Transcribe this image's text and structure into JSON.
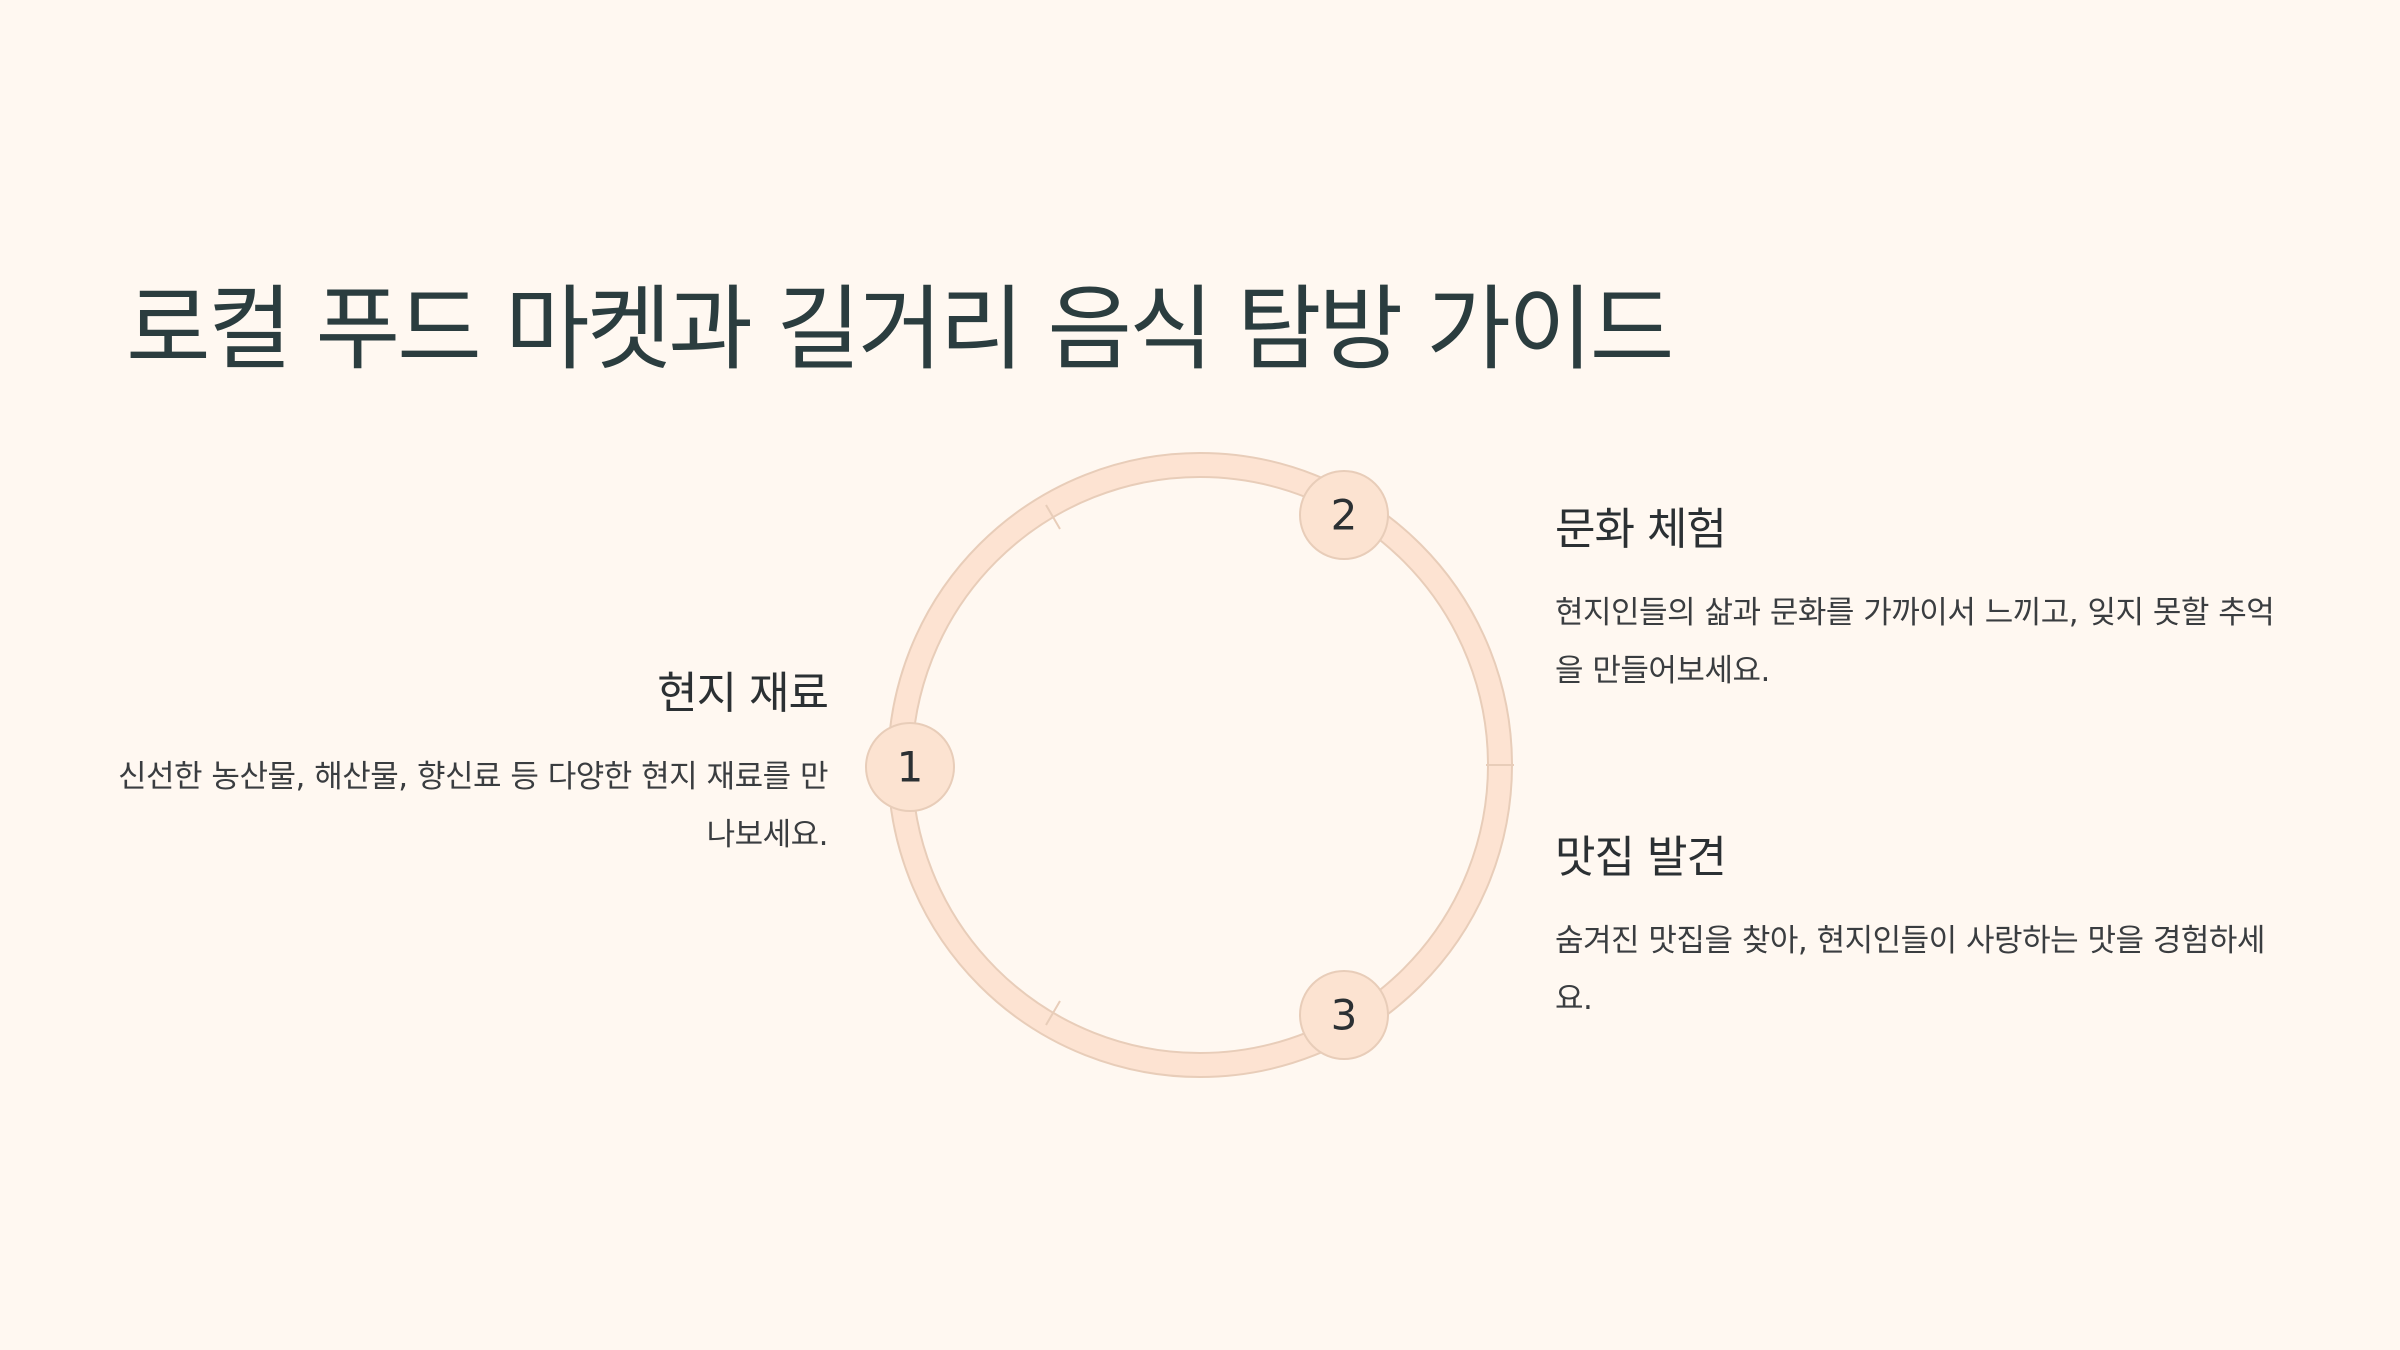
{
  "title": "로컬 푸드 마켓과 길거리 음식 탐방 가이드",
  "colors": {
    "background": "#FFF8F1",
    "ring": "#FDE3D2",
    "ring_border": "#E8CDB9",
    "node": "#FCE3D1",
    "text": "#2B3D3F"
  },
  "steps": [
    {
      "number": "1",
      "heading": "현지 재료",
      "description": "신선한 농산물, 해산물, 향신료 등 다양한 현지 재료를 만나보세요."
    },
    {
      "number": "2",
      "heading": "문화 체험",
      "description": "현지인들의 삶과 문화를 가까이서 느끼고, 잊지 못할 추억을 만들어보세요."
    },
    {
      "number": "3",
      "heading": "맛집 발견",
      "description": "숨겨진 맛집을 찾아, 현지인들이 사랑하는 맛을 경험하세요."
    }
  ]
}
